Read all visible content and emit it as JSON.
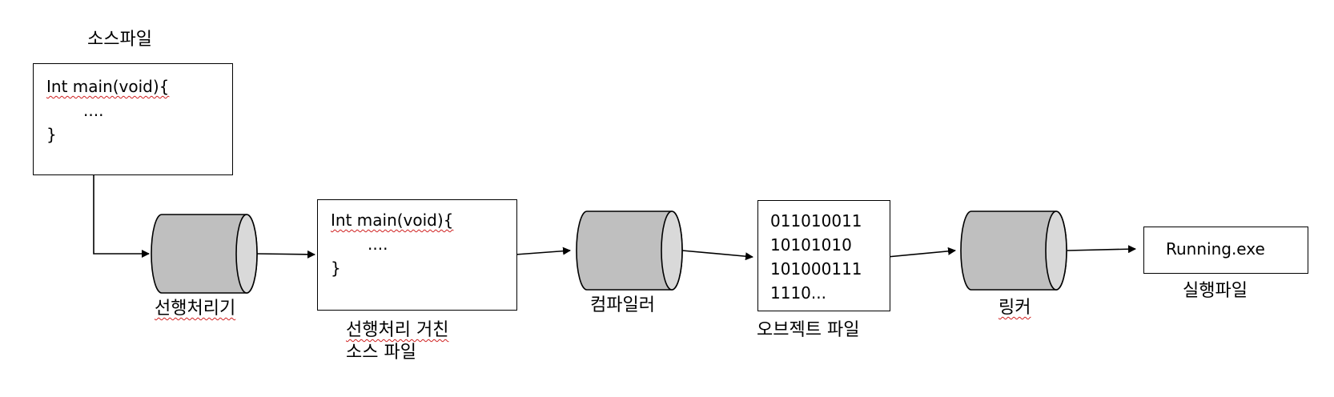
{
  "source_file": {
    "title": "소스파일",
    "code": [
      "Int main(void){",
      "....",
      "}"
    ]
  },
  "preprocessor": {
    "label": "선행처리기"
  },
  "preprocessed_file": {
    "code": [
      "Int main(void){",
      "....",
      "}"
    ],
    "label_line1": "선행처리 거친",
    "label_line2": "소스 파일"
  },
  "compiler": {
    "label": "컴파일러"
  },
  "object_file": {
    "lines": [
      "011010011",
      "10101010",
      "101000111",
      "1110..."
    ],
    "label": "오브젝트 파일"
  },
  "linker": {
    "label": "링커"
  },
  "executable": {
    "name": "Running.exe",
    "label": "실행파일"
  },
  "colors": {
    "stroke": "#000000",
    "cylinder_body": "#bfbfbf",
    "cylinder_cap": "#d9d9d9",
    "spellcheck_underline": "#d02020"
  }
}
